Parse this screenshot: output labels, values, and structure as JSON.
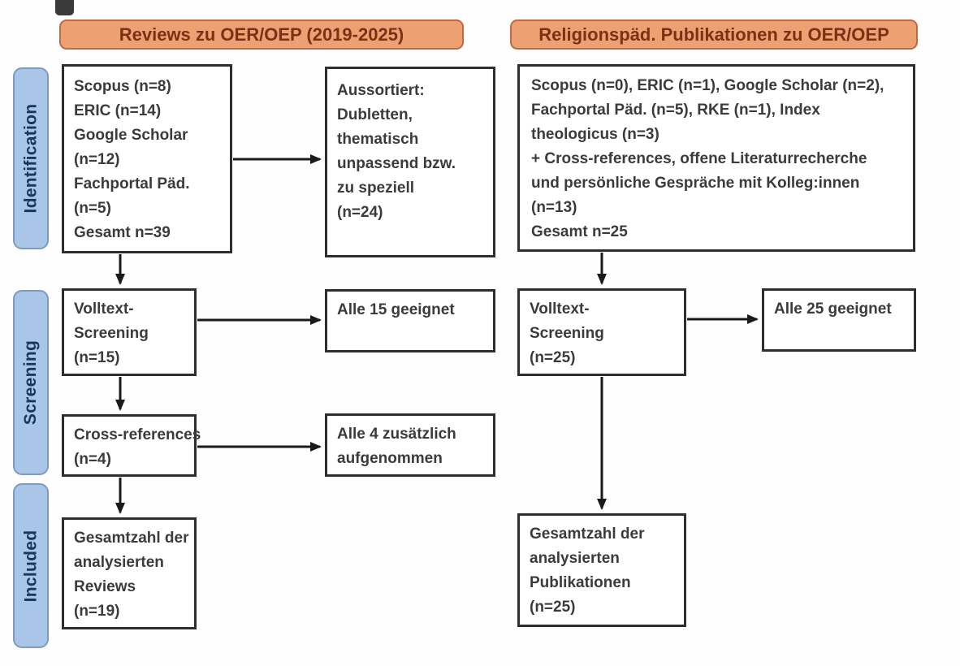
{
  "headers": {
    "left": "Reviews zu OER/OEP (2019-2025)",
    "right": "Religionspäd. Publikationen zu OER/OEP"
  },
  "stages": [
    {
      "label": "Identification"
    },
    {
      "label": "Screening"
    },
    {
      "label": "Included"
    }
  ],
  "left": {
    "sources": {
      "lines": [
        "Scopus (n=8)",
        "ERIC (n=14)",
        "Google Scholar",
        "(n=12)",
        "Fachportal Päd.",
        "(n=5)",
        "Gesamt n=39"
      ]
    },
    "excluded": {
      "lines": [
        "Aussortiert:",
        "Dubletten,",
        "thematisch",
        "unpassend bzw.",
        "zu speziell",
        "(n=24)"
      ]
    },
    "fulltext": {
      "lines": [
        "Volltext-",
        "Screening",
        "(n=15)"
      ]
    },
    "fulltext_result": {
      "lines": [
        "Alle 15 geeignet"
      ]
    },
    "crossref": {
      "lines": [
        "Cross-references",
        "(n=4)"
      ]
    },
    "crossref_result": {
      "lines": [
        "Alle 4 zusätzlich",
        "aufgenommen"
      ]
    },
    "included": {
      "lines": [
        "Gesamtzahl der",
        "analysierten",
        "Reviews",
        "(n=19)"
      ]
    }
  },
  "right": {
    "sources": {
      "lines": [
        "Scopus (n=0), ERIC (n=1), Google Scholar (n=2),",
        "Fachportal Päd. (n=5), RKE (n=1), Index",
        "theologicus (n=3)",
        "+ Cross-references, offene Literaturrecherche",
        "und persönliche Gespräche mit Kolleg:innen",
        "(n=13)",
        "Gesamt n=25"
      ]
    },
    "fulltext": {
      "lines": [
        "Volltext-",
        "Screening",
        "(n=25)"
      ]
    },
    "fulltext_result": {
      "lines": [
        "Alle 25 geeignet"
      ]
    },
    "included": {
      "lines": [
        "Gesamtzahl der",
        "analysierten",
        "Publikationen",
        "(n=25)"
      ]
    }
  },
  "colors": {
    "header_fill": "#eda172",
    "header_border": "#bf6a43",
    "header_text": "#7c3016",
    "stage_fill": "#a9c6e8",
    "stage_border": "#7d9bc0",
    "stage_text": "#17375e",
    "box_border": "#2e2e2e",
    "box_text": "#3b3b3b",
    "arrow": "#1a1a1a"
  }
}
